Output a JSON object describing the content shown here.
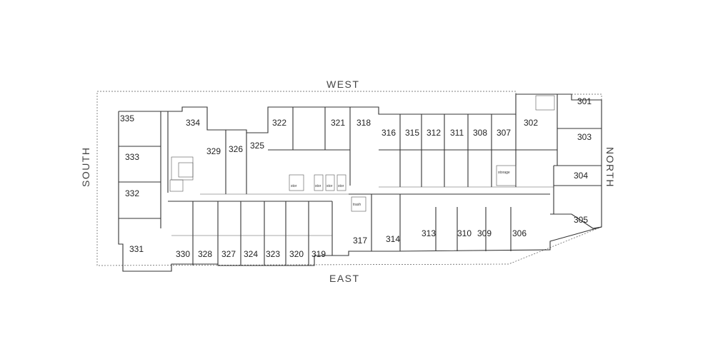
{
  "compass": {
    "west": "WEST",
    "east": "EAST",
    "south": "SOUTH",
    "north": "NORTH"
  },
  "units": [
    {
      "label": "335"
    },
    {
      "label": "334"
    },
    {
      "label": "333"
    },
    {
      "label": "332"
    },
    {
      "label": "331"
    },
    {
      "label": "330"
    },
    {
      "label": "329"
    },
    {
      "label": "328"
    },
    {
      "label": "327"
    },
    {
      "label": "326"
    },
    {
      "label": "325"
    },
    {
      "label": "324"
    },
    {
      "label": "323"
    },
    {
      "label": "322"
    },
    {
      "label": "321"
    },
    {
      "label": "320"
    },
    {
      "label": "319"
    },
    {
      "label": "318"
    },
    {
      "label": "317"
    },
    {
      "label": "316"
    },
    {
      "label": "315"
    },
    {
      "label": "314"
    },
    {
      "label": "313"
    },
    {
      "label": "312"
    },
    {
      "label": "311"
    },
    {
      "label": "310"
    },
    {
      "label": "309"
    },
    {
      "label": "308"
    },
    {
      "label": "307"
    },
    {
      "label": "306"
    },
    {
      "label": "305"
    },
    {
      "label": "304"
    },
    {
      "label": "303"
    },
    {
      "label": "302"
    },
    {
      "label": "301"
    }
  ],
  "room_tags": [
    "stor",
    "stor",
    "stor",
    "stor",
    "storage",
    "trash"
  ]
}
